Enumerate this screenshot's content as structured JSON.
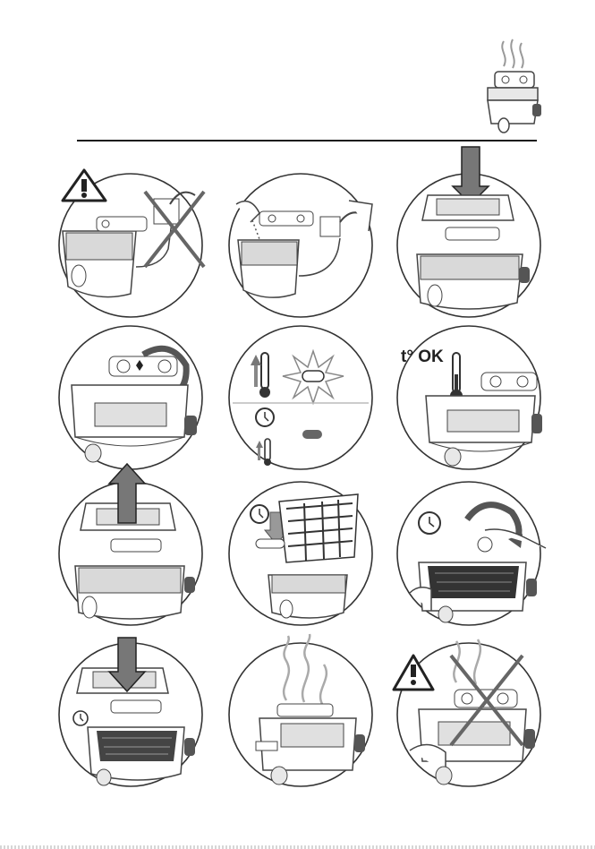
{
  "header": {
    "rule_color": "#1a1a1a",
    "icon": "fryer-steam-icon"
  },
  "panels": [
    {
      "name": "warning-unplugged-step",
      "icons": [
        "warning-icon",
        "cross-icon",
        "plug-icon"
      ]
    },
    {
      "name": "fill-oil-plug-in-step",
      "icons": [
        "oil-pour-icon",
        "plug-icon"
      ]
    },
    {
      "name": "close-lid-step",
      "icons": [
        "down-arrow-icon"
      ]
    },
    {
      "name": "set-thermostat-step",
      "icons": [
        "rotate-arrow-icon"
      ]
    },
    {
      "name": "heating-indicator-step",
      "icons": [
        "thermometer-icon",
        "light-on-icon",
        "timer-icon",
        "light-off-icon"
      ]
    },
    {
      "name": "temperature-ok-step",
      "icons": [
        "thermometer-icon"
      ],
      "label": "t° OK"
    },
    {
      "name": "open-lid-step",
      "icons": [
        "up-arrow-icon"
      ]
    },
    {
      "name": "lower-basket-step",
      "icons": [
        "timer-icon",
        "down-arrow-icon"
      ]
    },
    {
      "name": "set-timer-step",
      "icons": [
        "timer-icon",
        "rotate-arrow-icon"
      ]
    },
    {
      "name": "close-lid-cooking-step",
      "icons": [
        "down-arrow-icon",
        "timer-icon"
      ]
    },
    {
      "name": "steam-release-step",
      "icons": [
        "steam-icon"
      ]
    },
    {
      "name": "warning-no-open-step",
      "icons": [
        "warning-icon",
        "cross-icon",
        "steam-icon"
      ]
    }
  ],
  "colors": {
    "line": "#333333",
    "arrow": "#444444",
    "accent": "#222222"
  }
}
